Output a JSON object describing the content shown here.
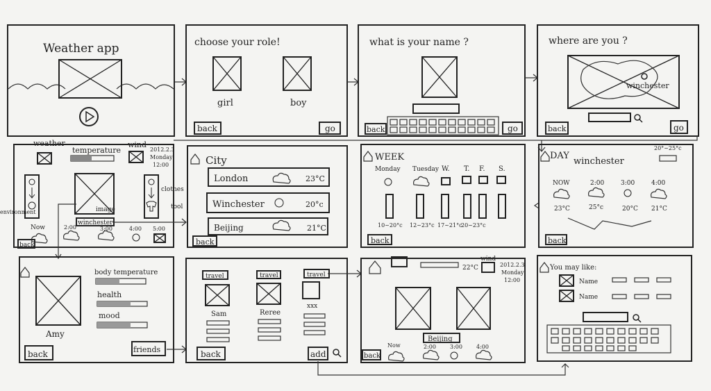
{
  "screens": {
    "s1": {
      "title": "Weather app"
    },
    "s2": {
      "title": "choose your role!",
      "role_girl": "girl",
      "role_boy": "boy",
      "back": "back",
      "go": "go"
    },
    "s3": {
      "title": "what is your name ?",
      "back": "back",
      "go": "go"
    },
    "s4": {
      "title": "where are you ?",
      "map_label": "winchester",
      "back": "back",
      "go": "go"
    },
    "s5": {
      "weather": "weather",
      "temperature": "temperature",
      "wind": "wind",
      "date": "2012.2.3",
      "day": "Monday",
      "time": "12:00",
      "image": "image",
      "location": "winchester",
      "environment": "environment",
      "clothes": "clothes",
      "tool": "tool",
      "now": "Now",
      "h1": "2:00",
      "h2": "3:00",
      "h3": "4:00",
      "h4": "5:00",
      "back": "back"
    },
    "s6": {
      "title": "City",
      "back": "back",
      "cities": [
        {
          "name": "London",
          "temp": "23°C"
        },
        {
          "name": "Winchester",
          "temp": "20°c"
        },
        {
          "name": "Beijing",
          "temp": "21°C"
        }
      ]
    },
    "s7": {
      "title": "WEEK",
      "back": "back",
      "days": [
        "Monday",
        "Tuesday",
        "W.",
        "T.",
        "F.",
        "S."
      ],
      "ranges": [
        "10~20°c",
        "12~23°c",
        "17~21°c",
        "20~23°c"
      ]
    },
    "s8": {
      "title": "DAY",
      "city": "winchester",
      "range": "20°~25°c",
      "back": "back",
      "times": [
        "NOW",
        "2:00",
        "3:00",
        "4:00"
      ],
      "temps": [
        "23°C",
        "25°c",
        "20°C",
        "21°C"
      ]
    },
    "s9": {
      "name": "Amy",
      "body_temp": "body temperature",
      "health": "health",
      "mood": "mood",
      "back": "back",
      "friends": "friends"
    },
    "s10": {
      "travel": "travel",
      "f1": "Sam",
      "f2": "Reree",
      "f3": "xxx",
      "back": "back",
      "add": "add"
    },
    "s11": {
      "date": "2012.2.3",
      "day": "Monday",
      "time": "12:00",
      "wind": "wind",
      "temp": "22°C",
      "location": "Beijing",
      "now": "Now",
      "h1": "2:00",
      "h2": "3:00",
      "h3": "4:00",
      "back": "back"
    },
    "s12": {
      "title": "You may like:",
      "name1": "Name",
      "name2": "Name"
    }
  }
}
